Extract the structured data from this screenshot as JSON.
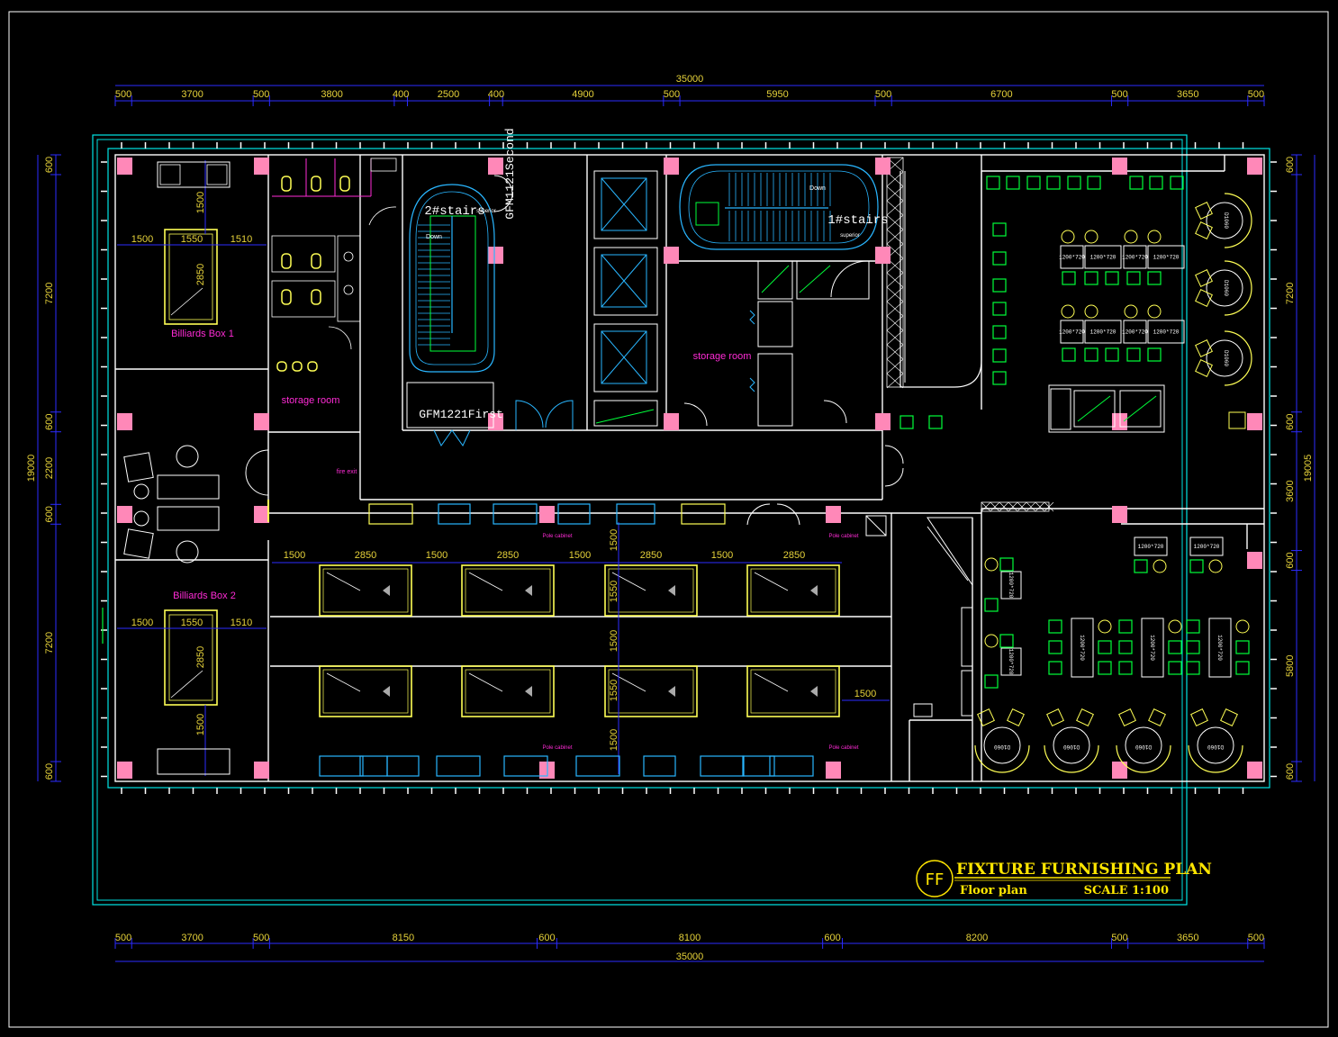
{
  "drawing": {
    "title": "FIXTURE FURNISHING PLAN",
    "subtitle": "Floor plan",
    "scale": "SCALE 1:100",
    "badge": "FF"
  },
  "dimensions": {
    "top_total": "35000",
    "top_segments": [
      "500",
      "3700",
      "500",
      "3800",
      "400",
      "2500",
      "400",
      "4900",
      "500",
      "5950",
      "500",
      "6700",
      "500",
      "3650",
      "500"
    ],
    "bottom_total": "35000",
    "bottom_segments": [
      "500",
      "3700",
      "500",
      "8150",
      "600",
      "8100",
      "600",
      "8200",
      "500",
      "3650",
      "500"
    ],
    "left_total": "19000",
    "left_segments": [
      "600",
      "7200",
      "600",
      "2200",
      "600",
      "7200",
      "600"
    ],
    "right_total": "19005",
    "right_segments": [
      "600",
      "7200",
      "600",
      "3600",
      "600",
      "5800",
      "600"
    ]
  },
  "rooms": {
    "billiards_box_1": "Billiards Box 1",
    "billiards_box_2": "Billiards Box 2",
    "storage_room_a": "storage room",
    "storage_room_b": "storage room",
    "fire_exit": "fire exit",
    "stairs_2": "2#stairs",
    "stairs_1": "1#stairs",
    "down_a": "Down",
    "down_b": "Down",
    "superior_a": "superior",
    "superior_b": "superior",
    "door_second": "GFM1121Second",
    "door_first": "GFM1221First",
    "pole_cabinet": "Pole cabinet"
  },
  "box_dims": {
    "w1": "1500",
    "w2": "1550",
    "w3": "1510",
    "h1": "1500",
    "h2": "2850",
    "box2_w3": "1510"
  },
  "hall_dims": {
    "gap": "1500",
    "table": "2850",
    "row_h": "1550",
    "side": "1500"
  },
  "tables": {
    "t1200": "1200*720",
    "d1060": "D1060"
  },
  "colors": {
    "background": "#000000",
    "wall": "#ffffff",
    "outline": "#00e5e5",
    "dimension": "#2020ff",
    "dim_text": "#e6d23a",
    "column": "#ff88b8",
    "label": "#ff2bd6",
    "furniture_green": "#00ff3a",
    "billiard_yellow": "#ffff55",
    "sofa_blue": "#29b6ff",
    "title_yellow": "#ffe600"
  }
}
